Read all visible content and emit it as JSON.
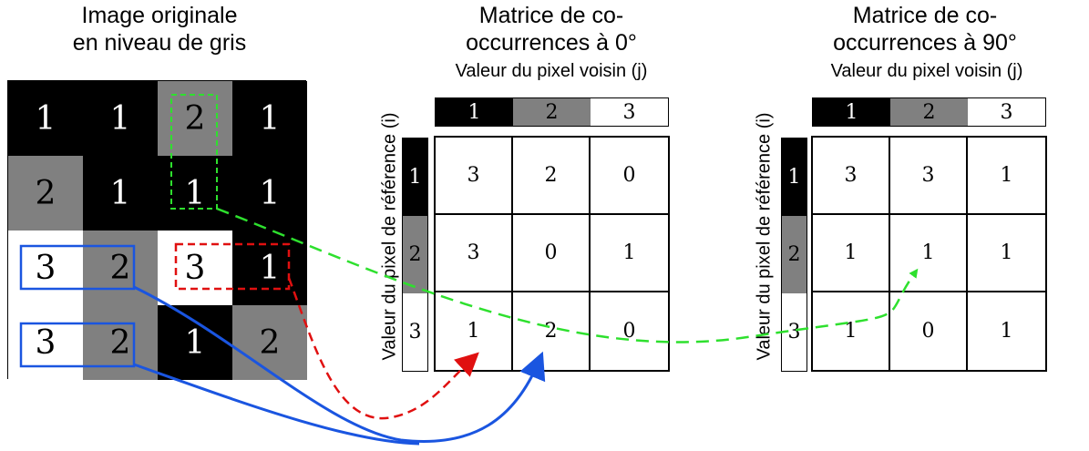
{
  "titles": {
    "original_line1": "Image originale",
    "original_line2": "en niveau de gris",
    "m0_line1": "Matrice de co-",
    "m0_line2": "occurrences à 0°",
    "m90_line1": "Matrice de co-",
    "m90_line2": "occurrences à 90°"
  },
  "labels": {
    "neighbor_m0": "Valeur du pixel voisin (j)",
    "neighbor_m90": "Valeur du pixel voisin (j)",
    "reference_m0": "Valeur du pixel de référence (i)",
    "reference_m90": "Valeur du pixel de référence (i)"
  },
  "colors": {
    "level_1": "#000000",
    "level_2": "#808080",
    "level_3": "#ffffff",
    "arrow_green": "#2ee02e",
    "arrow_red": "#e01010",
    "arrow_blue": "#1a55e0"
  },
  "image": {
    "rows": [
      [
        "1",
        "1",
        "2",
        "1"
      ],
      [
        "2",
        "1",
        "1",
        "1"
      ],
      [
        "3",
        "2",
        "3",
        "1"
      ],
      [
        "3",
        "2",
        "1",
        "2"
      ]
    ]
  },
  "levels": [
    "1",
    "2",
    "3"
  ],
  "matrix_0": {
    "rows": [
      [
        "3",
        "2",
        "0"
      ],
      [
        "3",
        "0",
        "1"
      ],
      [
        "1",
        "2",
        "0"
      ]
    ]
  },
  "matrix_90": {
    "rows": [
      [
        "3",
        "3",
        "1"
      ],
      [
        "1",
        "1",
        "1"
      ],
      [
        "1",
        "0",
        "1"
      ]
    ]
  }
}
